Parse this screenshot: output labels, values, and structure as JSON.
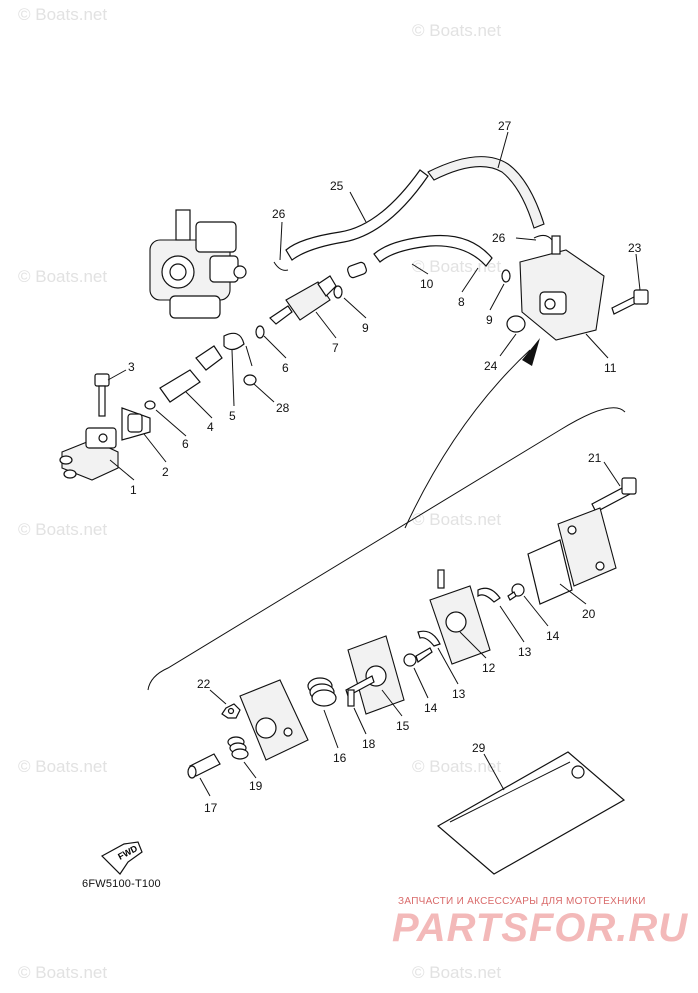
{
  "watermarks": [
    "© Boats.net",
    "© Boats.net",
    "© Boats.net",
    "© Boats.net",
    "© Boats.net",
    "© Boats.net",
    "© Boats.net",
    "© Boats.net",
    "© Boats.net",
    "© Boats.net"
  ],
  "callouts": [
    "1",
    "2",
    "3",
    "4",
    "5",
    "6",
    "6",
    "7",
    "8",
    "9",
    "9",
    "10",
    "11",
    "12",
    "13",
    "13",
    "14",
    "14",
    "15",
    "16",
    "17",
    "18",
    "19",
    "20",
    "21",
    "22",
    "23",
    "24",
    "25",
    "26",
    "26",
    "27",
    "28",
    "29"
  ],
  "fwd_label": "FWD",
  "diagram_code": "6FW5100-T100",
  "brand": {
    "tagline": "ЗАПЧАСТИ И АКСЕССУАРЫ ДЛЯ МОТОТЕХНИКИ",
    "name": "PARTSFOR.RU"
  },
  "colors": {
    "line": "#111111",
    "watermark": "#e2e2e2",
    "brand": "#f3b9b9"
  }
}
